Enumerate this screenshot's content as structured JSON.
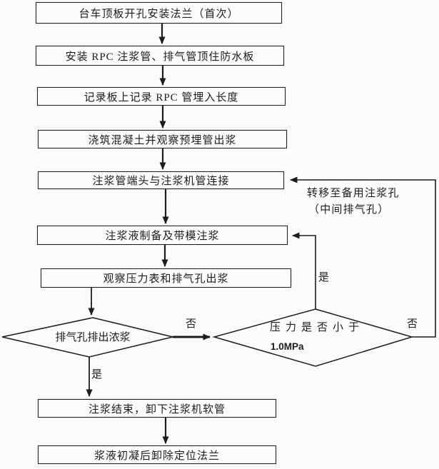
{
  "diagram": {
    "title_hint": "grouting-process-flowchart",
    "colors": {
      "line": "#1c1c1c",
      "box_border": "#222222",
      "background": "#fbfbfa",
      "text": "#1c1c1c"
    },
    "nodes": [
      {
        "label": "台车顶板开孔安装法兰（首次）"
      },
      {
        "label": "安装 RPC 注浆管、排气管顶住防水板"
      },
      {
        "label": "记录板上记录 RPC 管埋入长度"
      },
      {
        "label": "浇筑混凝土并观察预埋管出浆"
      },
      {
        "label": "注浆管端头与注浆机管连接"
      },
      {
        "label": "注浆液制备及带模注浆"
      },
      {
        "label": "观察压力表和排气孔出浆"
      },
      {
        "label": "注浆结束，卸下注浆机软管"
      },
      {
        "label": "浆液初凝后卸除定位法兰"
      }
    ],
    "decisions": [
      {
        "label": "排气孔排出浓浆"
      },
      {
        "label_line1": "压力是否小于",
        "label_line2": "1.0MPa"
      }
    ],
    "edge_labels": {
      "d1_no": "否",
      "d1_yes": "是",
      "d2_yes": "是",
      "d2_no": "否"
    },
    "side_note": {
      "line1": "转移至备用注浆孔",
      "line2": "（中间排气孔）"
    }
  }
}
